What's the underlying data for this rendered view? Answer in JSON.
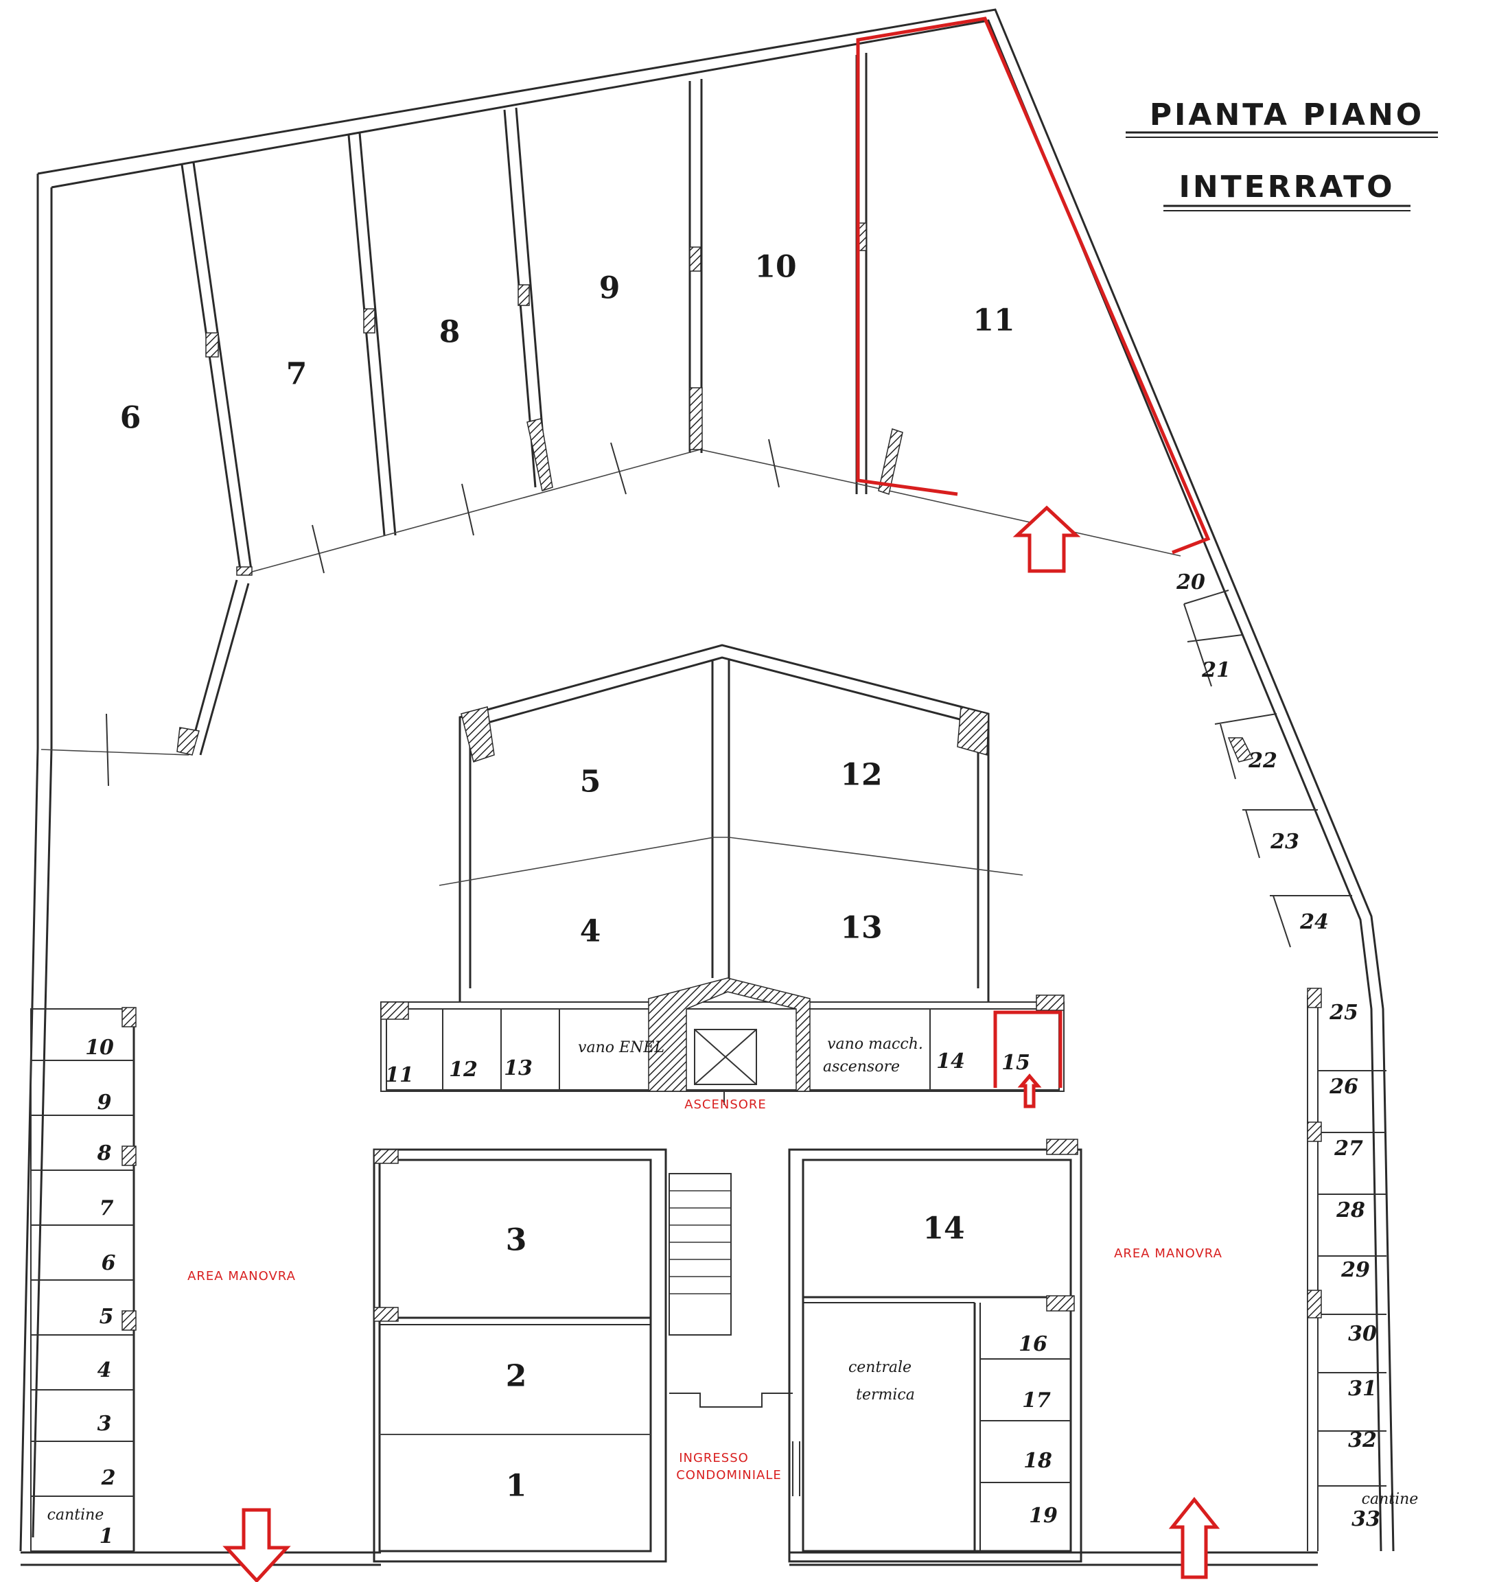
{
  "title": {
    "line1": "PIANTA  PIANO",
    "line2": "INTERRATO"
  },
  "colors": {
    "highlight": "#d81e1e",
    "ink": "#1a1a1a"
  },
  "garages_north": {
    "g6": "6",
    "g7": "7",
    "g8": "8",
    "g9": "9",
    "g10": "10",
    "g11": "11"
  },
  "garages_center": {
    "g5": "5",
    "g12": "12",
    "g4": "4",
    "g13": "13",
    "g3": "3",
    "g2": "2",
    "g1": "1",
    "g14": "14"
  },
  "cantine_left": [
    "10",
    "9",
    "8",
    "7",
    "6",
    "5",
    "4",
    "3",
    "2",
    "1"
  ],
  "cantine_left_label": "cantine",
  "cantine_right": [
    "25",
    "26",
    "27",
    "28",
    "29",
    "30",
    "31",
    "32",
    "33"
  ],
  "cantine_right_label": "cantine",
  "cantine_diag": [
    "20",
    "21",
    "22",
    "23",
    "24"
  ],
  "cantine_center_row": {
    "c11": "11",
    "c12": "12",
    "c13": "13",
    "c14": "14",
    "c15": "15"
  },
  "cantine_center_right": [
    "16",
    "17",
    "18",
    "19"
  ],
  "rooms": {
    "vano_enel": "vano ENEL",
    "vano_macch_1": "vano macch.",
    "vano_macch_2": "ascensore",
    "centrale_1": "centrale",
    "centrale_2": "termica"
  },
  "labels": {
    "ascensore": "ASCENSORE",
    "area_manovra_left": "AREA MANOVRA",
    "area_manovra_right": "AREA MANOVRA",
    "ingresso_1": "INGRESSO",
    "ingresso_2": "CONDOMINIALE"
  }
}
